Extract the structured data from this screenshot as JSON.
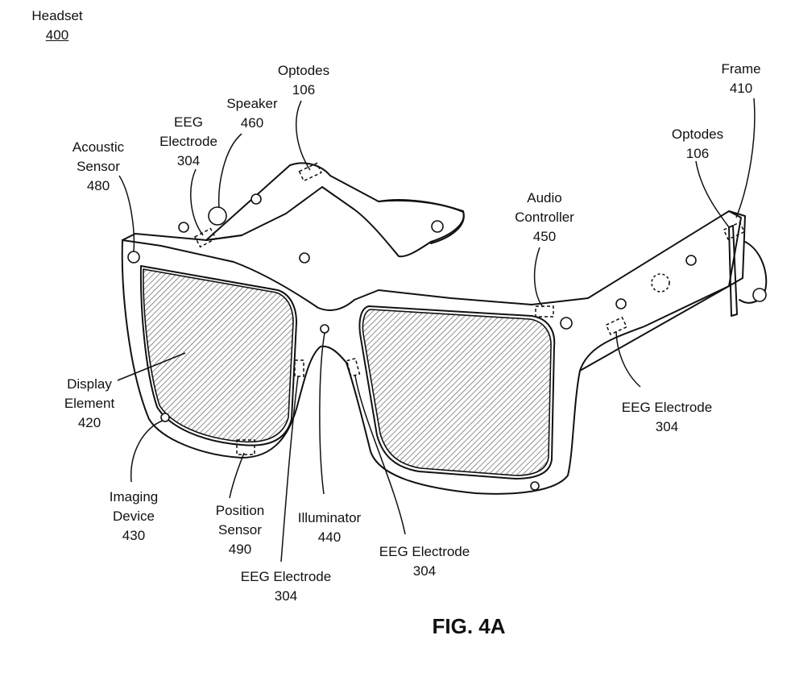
{
  "figure_title": "FIG. 4A",
  "headset": {
    "name": "Headset",
    "ref": "400"
  },
  "labels": {
    "optodes_top": {
      "name": "Optodes",
      "ref": "106"
    },
    "frame": {
      "name": "Frame",
      "ref": "410"
    },
    "speaker": {
      "name": "Speaker",
      "ref": "460"
    },
    "eeg_top": {
      "line1": "EEG",
      "line2": "Electrode",
      "ref": "304"
    },
    "optodes_right": {
      "name": "Optodes",
      "ref": "106"
    },
    "acoustic": {
      "line1": "Acoustic",
      "line2": "Sensor",
      "ref": "480"
    },
    "audio": {
      "line1": "Audio",
      "line2": "Controller",
      "ref": "450"
    },
    "display": {
      "line1": "Display",
      "line2": "Element",
      "ref": "420"
    },
    "eeg_right": {
      "name": "EEG Electrode",
      "ref": "304"
    },
    "imaging": {
      "line1": "Imaging",
      "line2": "Device",
      "ref": "430"
    },
    "position": {
      "line1": "Position",
      "line2": "Sensor",
      "ref": "490"
    },
    "illuminator": {
      "name": "Illuminator",
      "ref": "440"
    },
    "eeg_center": {
      "name": "EEG Electrode",
      "ref": "304"
    },
    "eeg_bottom": {
      "name": "EEG Electrode",
      "ref": "304"
    }
  }
}
